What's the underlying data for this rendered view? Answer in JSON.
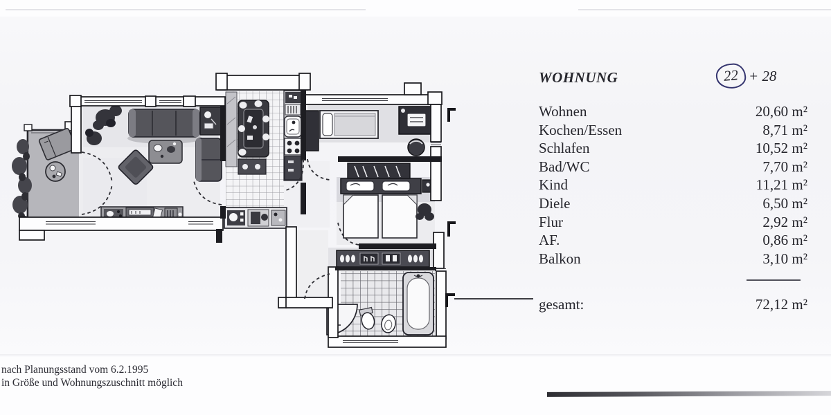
{
  "document": {
    "header": {
      "title": "WOHNUNG",
      "unit_number": "22",
      "unit_suffix": "+ 28"
    },
    "area_table": {
      "rows": [
        {
          "label": "Wohnen",
          "value": "20,60",
          "unit": "m²"
        },
        {
          "label": "Kochen/Essen",
          "value": "8,71",
          "unit": "m²"
        },
        {
          "label": "Schlafen",
          "value": "10,52",
          "unit": "m²"
        },
        {
          "label": "Bad/WC",
          "value": "7,70",
          "unit": "m²"
        },
        {
          "label": "Kind",
          "value": "11,21",
          "unit": "m²"
        },
        {
          "label": "Diele",
          "value": "6,50",
          "unit": "m²"
        },
        {
          "label": "Flur",
          "value": "2,92",
          "unit": "m²"
        },
        {
          "label": "AF.",
          "value": "0,86",
          "unit": "m²"
        },
        {
          "label": "Balkon",
          "value": "3,10",
          "unit": "m²"
        }
      ],
      "total": {
        "label": "gesamt:",
        "value": "72,12",
        "unit": "m²"
      }
    },
    "footnotes": {
      "line1": "nach Planungsstand vom 6.2.1995",
      "line2": "in Größe und Wohnungszuschnitt möglich"
    },
    "colors": {
      "ink": "#26262d",
      "circle_ink": "#35356f",
      "wall": "#1d1d22"
    }
  }
}
